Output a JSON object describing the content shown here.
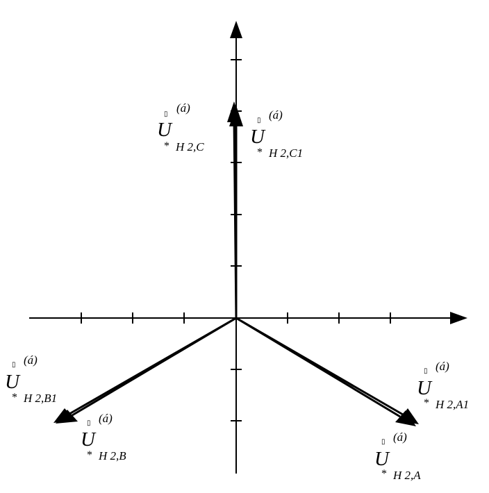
{
  "diagram": {
    "axis_color": "#000000",
    "vector_color": "#000000",
    "vectors": [
      {
        "id": "uc",
        "label": {
          "main": "U",
          "mark": "▯",
          "sup": "(á)",
          "star": "*",
          "sub": "H 2,C"
        }
      },
      {
        "id": "uc1",
        "label": {
          "main": "U",
          "mark": "▯",
          "sup": "(á)",
          "star": "*",
          "sub": "H 2,C1"
        }
      },
      {
        "id": "ub1",
        "label": {
          "main": "U",
          "mark": "▯",
          "sup": "(á)",
          "star": "*",
          "sub": "H 2,B1"
        }
      },
      {
        "id": "ub",
        "label": {
          "main": "U",
          "mark": "▯",
          "sup": "(á)",
          "star": "*",
          "sub": "H 2,B"
        }
      },
      {
        "id": "ua1",
        "label": {
          "main": "U",
          "mark": "▯",
          "sup": "(á)",
          "star": "*",
          "sub": "H 2,A1"
        }
      },
      {
        "id": "ua",
        "label": {
          "main": "U",
          "mark": "▯",
          "sup": "(á)",
          "star": "*",
          "sub": "H 2,A"
        }
      }
    ]
  }
}
